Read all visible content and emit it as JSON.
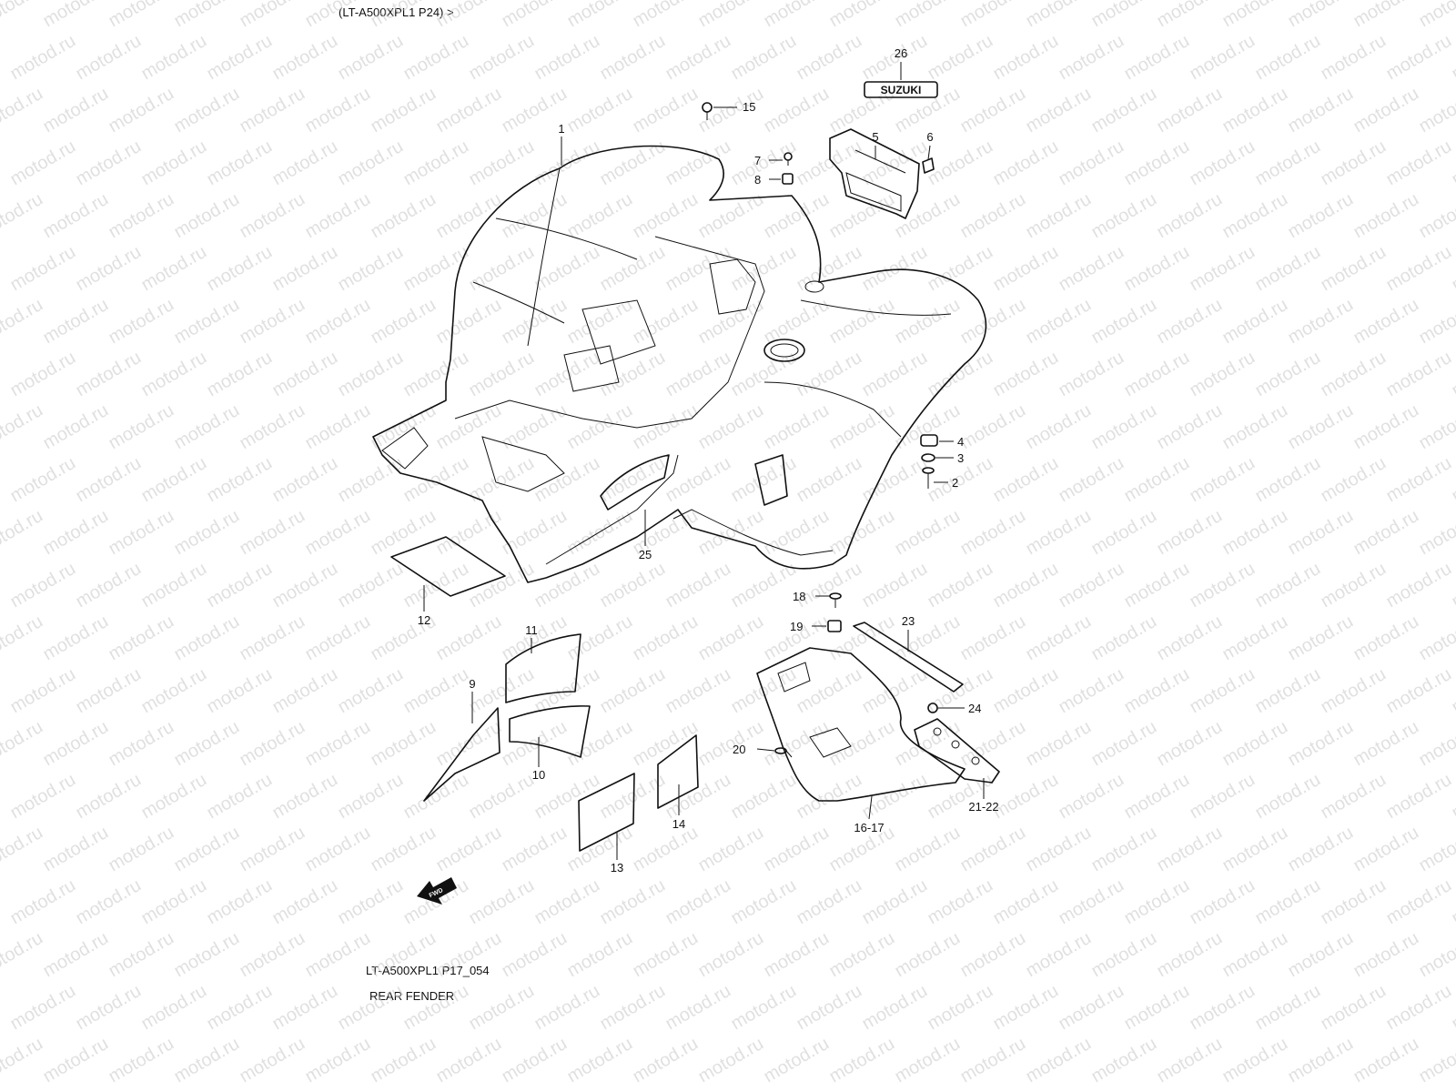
{
  "header": {
    "ref_text": "(LT-A500XPL1 P24) >"
  },
  "footer": {
    "code": "LT-A500XPL1 P17_054",
    "title": "REAR FENDER"
  },
  "watermark": "motod.ru",
  "emblem_text": "SUZUKI",
  "fwd_text": "FWD",
  "callouts": [
    "26",
    "15",
    "1",
    "7",
    "8",
    "5",
    "6",
    "4",
    "3",
    "2",
    "25",
    "12",
    "18",
    "19",
    "23",
    "11",
    "9",
    "10",
    "24",
    "20",
    "14",
    "13",
    "16-17",
    "21-22"
  ]
}
